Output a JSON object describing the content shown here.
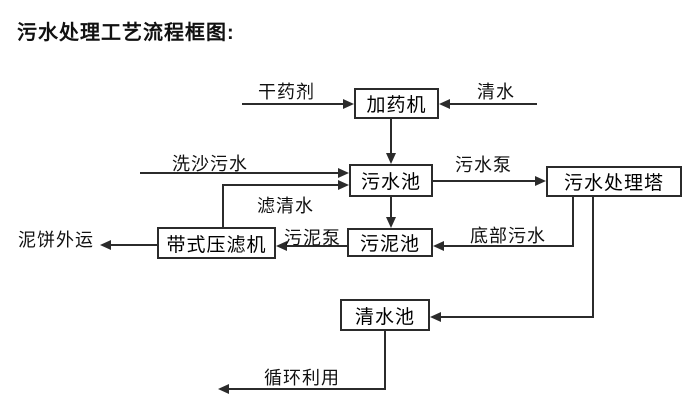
{
  "title": "污水处理工艺流程框图:",
  "colors": {
    "line": "#2b2b2b",
    "text": "#111111",
    "background": "#ffffff"
  },
  "nodes": {
    "dosing_machine": {
      "label": "加药机"
    },
    "sewage_pool": {
      "label": "污水池"
    },
    "treatment_tower": {
      "label": "污水处理塔"
    },
    "sludge_pool": {
      "label": "污泥池"
    },
    "belt_filter_press": {
      "label": "带式压滤机"
    },
    "clear_water_pool": {
      "label": "清水池"
    }
  },
  "edges": [
    {
      "from": "dry_agent_supply",
      "to": "dosing_machine",
      "label": "干药剂"
    },
    {
      "from": "clear_water_supply",
      "to": "dosing_machine",
      "label": "清水"
    },
    {
      "from": "dosing_machine",
      "to": "sewage_pool",
      "label": ""
    },
    {
      "from": "sand_washing_sewage_source",
      "to": "sewage_pool",
      "label": "洗沙污水"
    },
    {
      "from": "belt_filter_press",
      "to": "sewage_pool",
      "label": "滤清水"
    },
    {
      "from": "sewage_pool",
      "to": "treatment_tower",
      "label": "污水泵"
    },
    {
      "from": "sewage_pool",
      "to": "sludge_pool",
      "label": ""
    },
    {
      "from": "treatment_tower",
      "to": "sludge_pool",
      "label": "底部污水"
    },
    {
      "from": "sludge_pool",
      "to": "belt_filter_press",
      "label": "污泥泵"
    },
    {
      "from": "belt_filter_press",
      "to": "offsite_disposal",
      "label": "泥饼外运"
    },
    {
      "from": "treatment_tower",
      "to": "clear_water_pool",
      "label": ""
    },
    {
      "from": "clear_water_pool",
      "to": "reuse",
      "label": "循环利用"
    }
  ]
}
